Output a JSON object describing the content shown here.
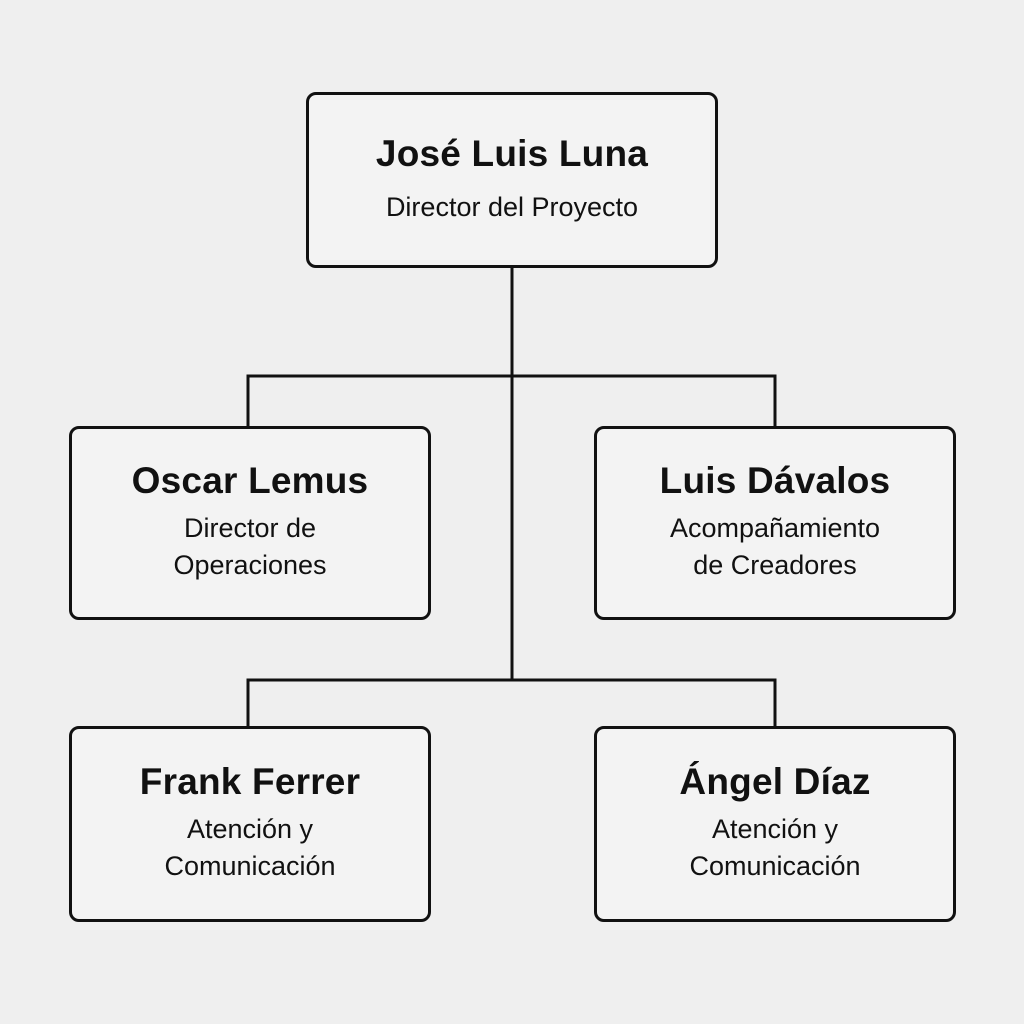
{
  "diagram": {
    "root": {
      "name": "José Luis Luna",
      "role": "Director del Proyecto"
    },
    "level1": [
      {
        "name": "Oscar Lemus",
        "role_line1": "Director de",
        "role_line2": "Operaciones"
      },
      {
        "name": "Luis Dávalos",
        "role_line1": "Acompañamiento",
        "role_line2": "de Creadores"
      }
    ],
    "level2": [
      {
        "name": "Frank Ferrer",
        "role_line1": "Atención y",
        "role_line2": "Comunicación"
      },
      {
        "name": "Ángel Díaz",
        "role_line1": "Atención y",
        "role_line2": "Comunicación"
      }
    ]
  },
  "colors": {
    "background": "#efefef",
    "box_fill": "#f3f3f3",
    "stroke": "#111111"
  }
}
